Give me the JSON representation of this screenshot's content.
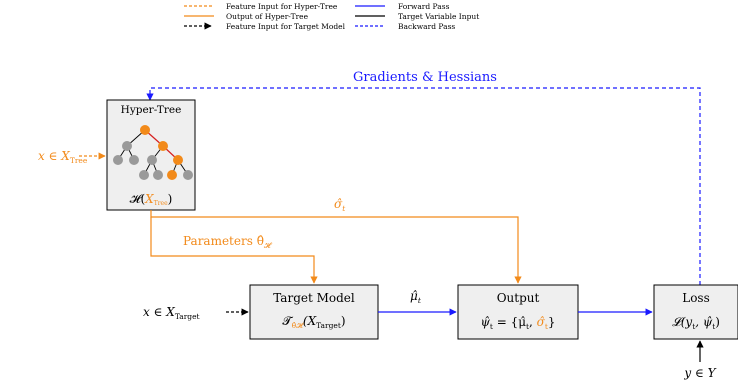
{
  "legend": {
    "items": [
      {
        "label": "Feature Input for Hyper-Tree",
        "color": "#f28a1a",
        "style": "dashed"
      },
      {
        "label": "Output of Hyper-Tree",
        "color": "#f28a1a",
        "style": "solid"
      },
      {
        "label": "Feature Input for Target Model",
        "color": "#000000",
        "style": "dashed"
      },
      {
        "label": "Forward Pass",
        "color": "#1a1aff",
        "style": "solid"
      },
      {
        "label": "Target Variable Input",
        "color": "#000000",
        "style": "solid"
      },
      {
        "label": "Backward Pass",
        "color": "#1a1aff",
        "style": "dashed"
      }
    ]
  },
  "colors": {
    "orange": "#f28a1a",
    "blue": "#1a1aff",
    "black": "#000000",
    "box_fill": "#efefef",
    "node_gray": "#9a9a9a",
    "node_orange": "#f28a1a",
    "path_red": "#d62020"
  },
  "labels": {
    "gradients": "Gradients & Hessians",
    "hyper_tree_title": "Hyper-Tree",
    "hyper_tree_fn_prefix": "𝓗(",
    "hyper_tree_fn_arg": "X",
    "hyper_tree_fn_sub": "Tree",
    "hyper_tree_fn_suffix": ")",
    "x_tree_prefix": "x ∈ X",
    "x_tree_sub": "Tree",
    "sigma_hat": "σ̂",
    "sigma_sub": "t",
    "params_text": "Parameters θ̂",
    "params_sub": "𝓗",
    "mu_hat": "μ̂",
    "mu_sub": "t",
    "target_model_title": "Target Model",
    "target_fn_main": "𝓣",
    "target_fn_sub": "θ̂𝓗",
    "target_fn_arg": "(X",
    "target_fn_arg_sub": "Target",
    "target_fn_close": ")",
    "x_target_prefix": "x ∈ X",
    "x_target_sub": "Target",
    "output_title": "Output",
    "output_fn_left": "ψ̂",
    "output_fn_left_sub": "t",
    "output_fn_mid": " = {μ̂",
    "output_fn_mid_sub": "t",
    "output_fn_comma": ", ",
    "output_fn_sigma": "σ̂",
    "output_fn_sigma_sub": "t",
    "output_fn_close": "}",
    "loss_title": "Loss",
    "loss_fn": "𝓛(y",
    "loss_fn_sub1": "t",
    "loss_fn_mid": ", ψ̂",
    "loss_fn_sub2": "t",
    "loss_fn_close": ")",
    "y_input": "y ∈ Y"
  }
}
